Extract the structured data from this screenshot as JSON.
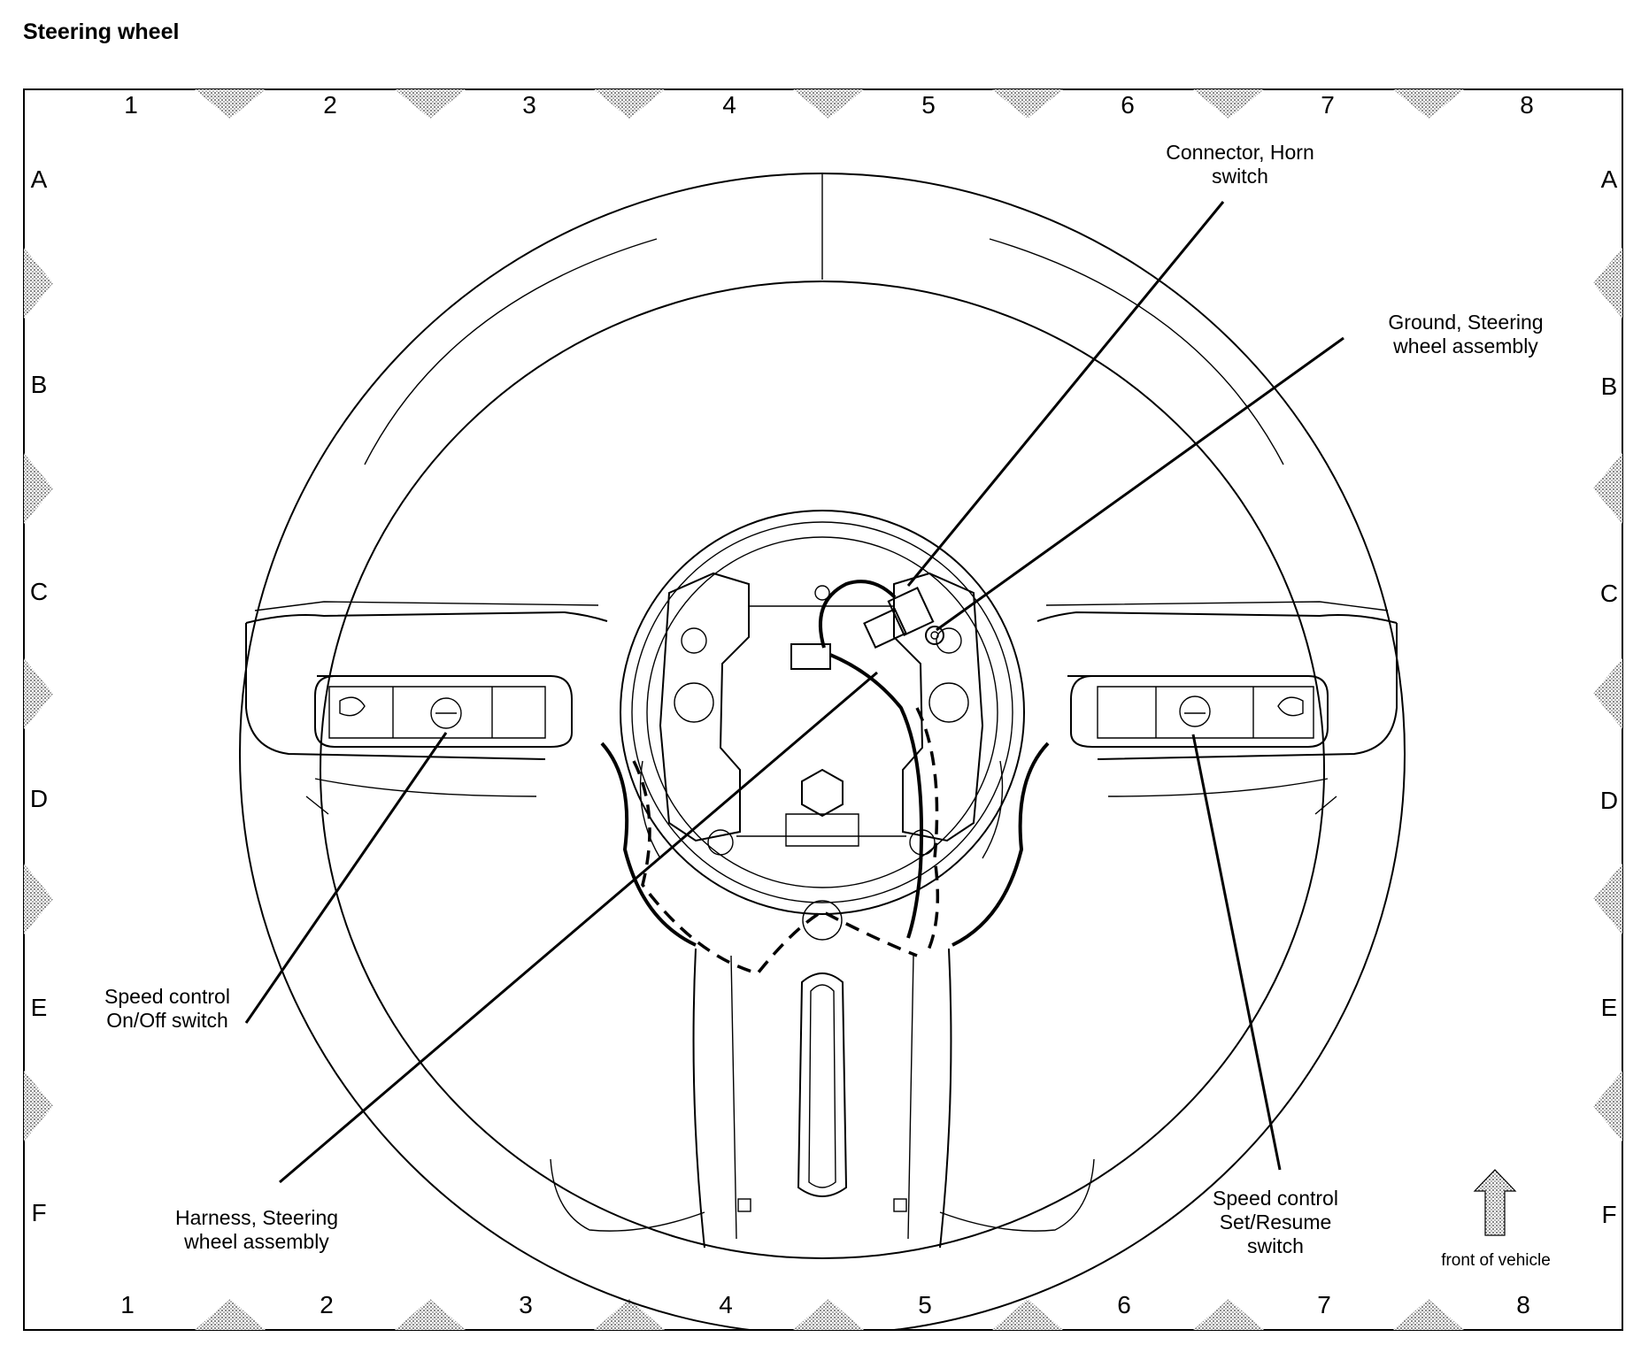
{
  "title": "Steering wheel",
  "grid": {
    "columns": [
      "1",
      "2",
      "3",
      "4",
      "5",
      "6",
      "7",
      "8"
    ],
    "rows": [
      "A",
      "B",
      "C",
      "D",
      "E",
      "F"
    ]
  },
  "callouts": {
    "connector_horn": [
      "Connector, Horn",
      "switch"
    ],
    "ground": [
      "Ground, Steering",
      "wheel assembly"
    ],
    "speed_onoff": [
      "Speed control",
      "On/Off switch"
    ],
    "harness": [
      "Harness, Steering",
      "wheel assembly"
    ],
    "speed_set": [
      "Speed control",
      "Set/Resume",
      "switch"
    ]
  },
  "front_label": "front of vehicle"
}
